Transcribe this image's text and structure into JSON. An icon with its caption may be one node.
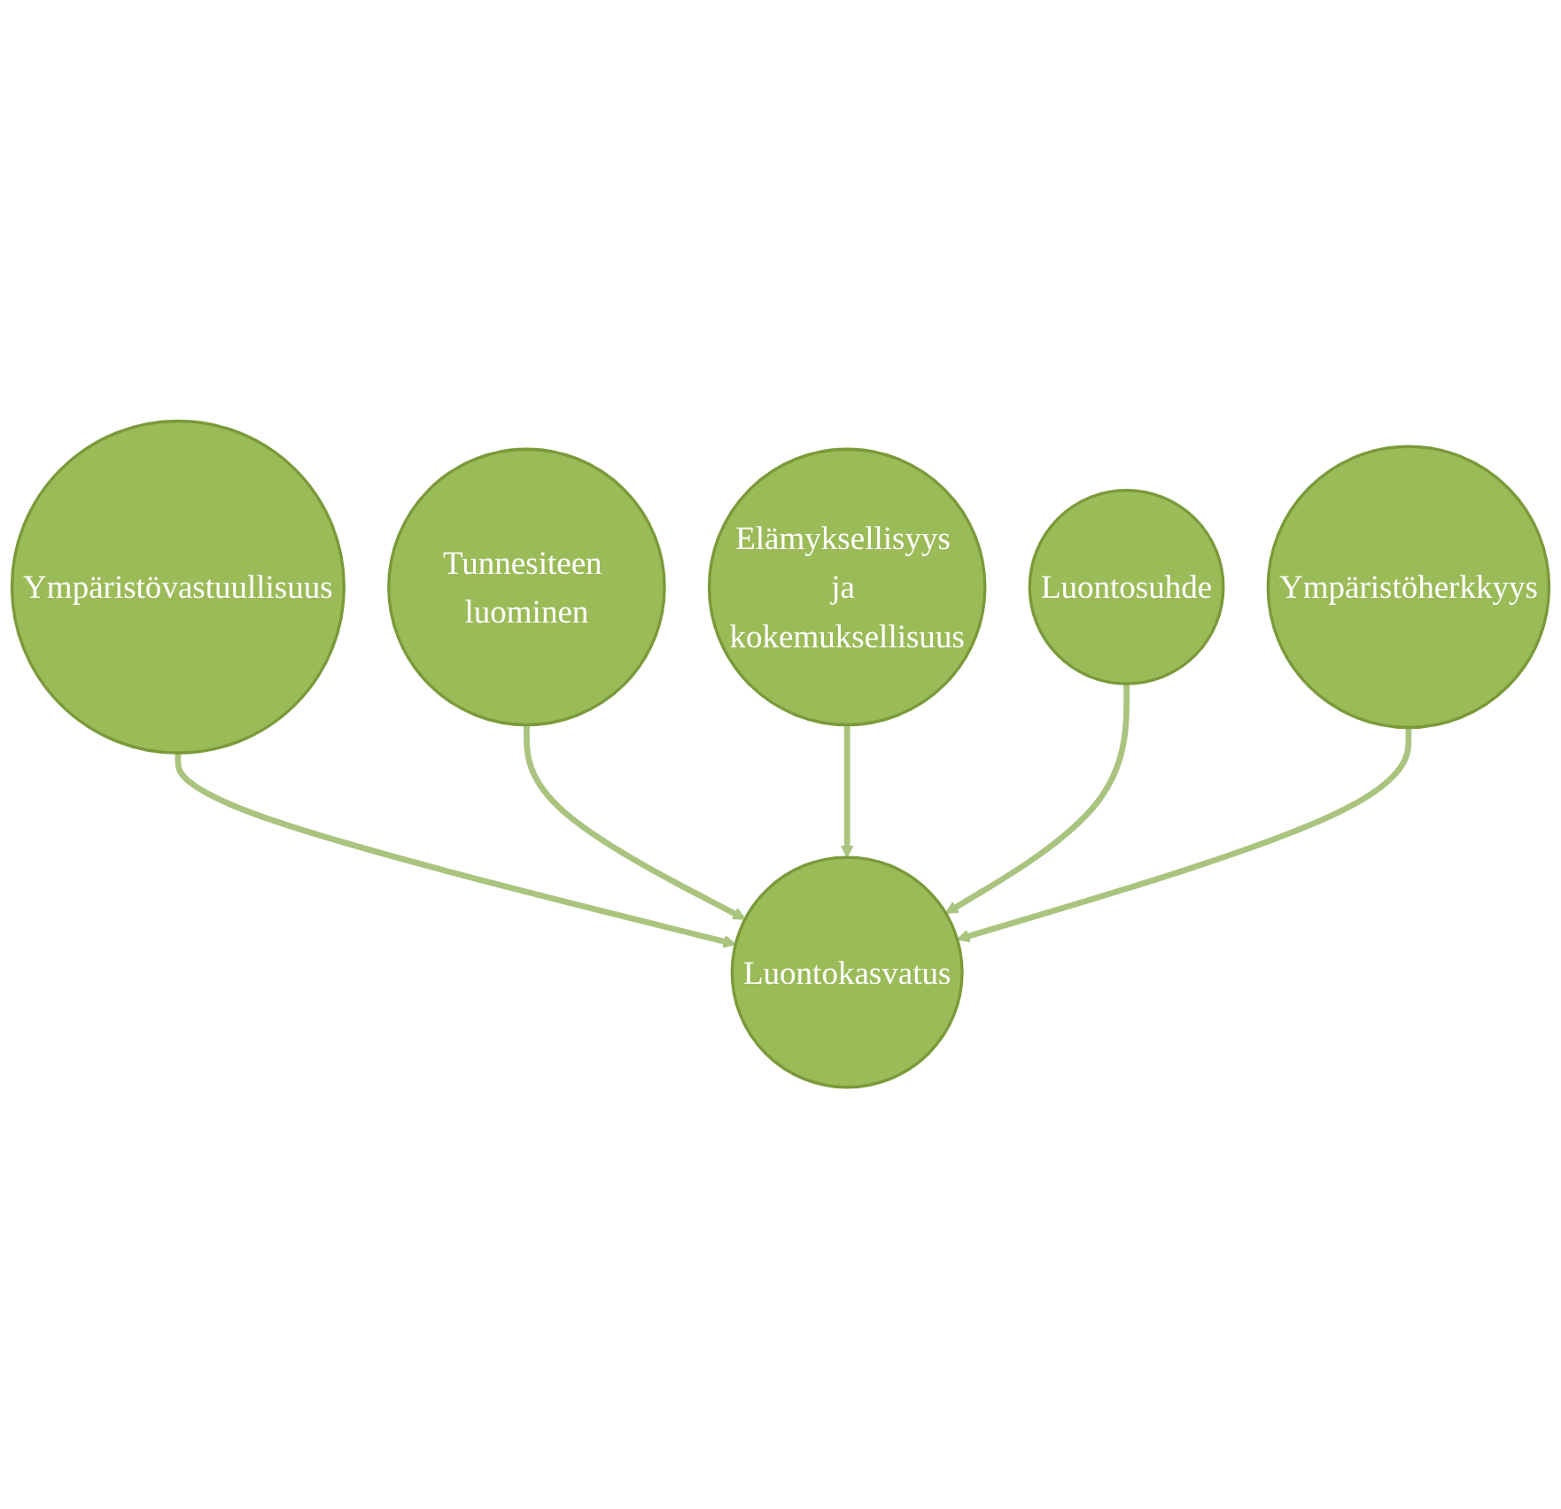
{
  "diagram": {
    "nodes": [
      {
        "text": [
          "Ympäristövastuullisuus"
        ]
      },
      {
        "text": [
          "Tunnesiteen luominen"
        ]
      },
      {
        "text": [
          "Elämyksellisyys ja kokemuksellisuus"
        ]
      },
      {
        "text": [
          "Luontokasvatus"
        ]
      },
      {
        "text": [
          "Luontosuhde"
        ]
      },
      {
        "text": [
          "Ympäristöherkkyys"
        ]
      }
    ],
    "edges": [
      {
        "from": 0,
        "to": 3,
        "arrow": "to"
      },
      {
        "from": 1,
        "to": 3,
        "arrow": "to"
      },
      {
        "from": 2,
        "to": 3,
        "arrow": "to"
      },
      {
        "from": 4,
        "to": 3,
        "arrow": "to"
      },
      {
        "from": 5,
        "to": 3,
        "arrow": "to"
      }
    ]
  }
}
